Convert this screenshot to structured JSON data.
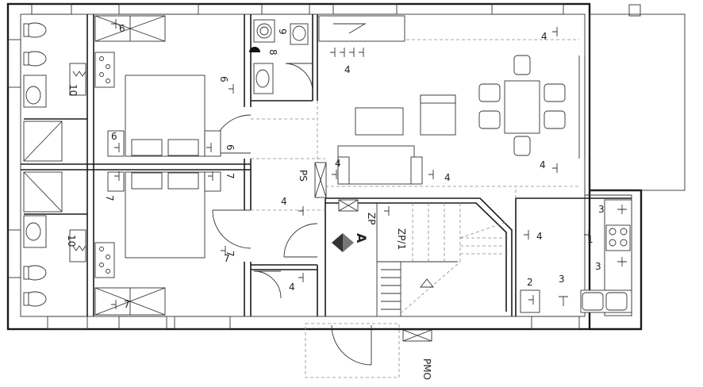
{
  "labels": {
    "r6a": "6",
    "r6b": "6",
    "r6c": "6",
    "r6d": "6",
    "r7a": "7",
    "r7b": "7",
    "r7c": "7",
    "r7d": "7",
    "r7e": "7",
    "r4a": "4",
    "r4b": "4",
    "r4c": "4",
    "r4d": "4",
    "r4e": "4",
    "r4f": "4",
    "r4g": "4",
    "r4h": "4",
    "r3a": "3",
    "r3b": "3",
    "r3c": "3",
    "r1": "1",
    "r2": "2",
    "r8": "8",
    "r9": "9",
    "r10a": "10",
    "r10b": "10",
    "rps": "PS",
    "rzp": "ZP",
    "rzp1": "ZP/1",
    "rpmo": "PMO",
    "ra": "A"
  }
}
